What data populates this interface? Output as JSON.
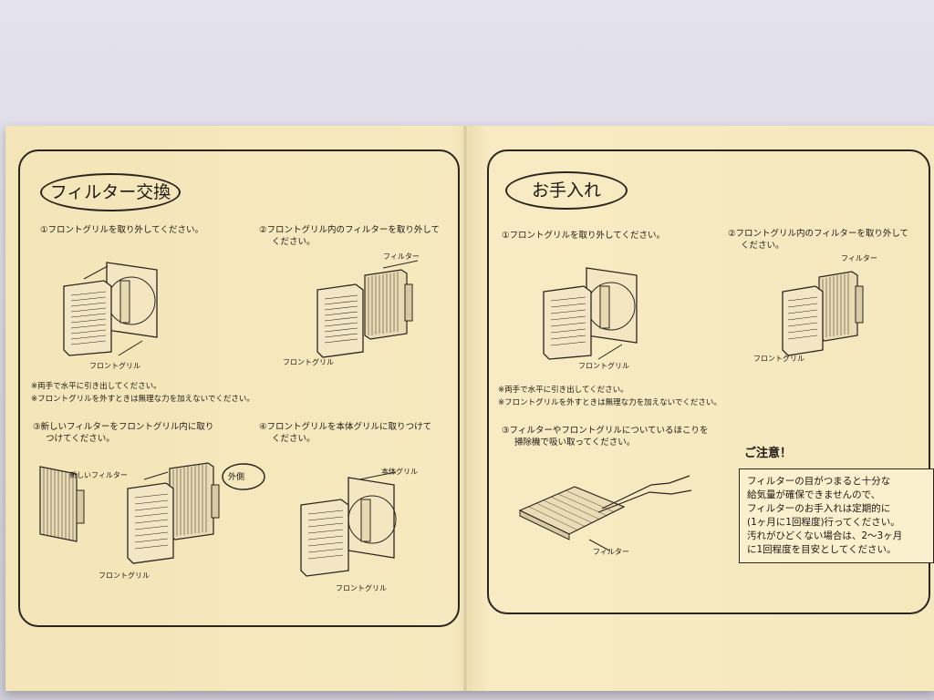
{
  "left_panel": {
    "title": "フィルター交換",
    "step1": "①フロントグリルを取り外してください。",
    "step2_line1": "②フロントグリル内のフィルターを取り外して",
    "step2_line2": "ください。",
    "label_filter": "フィルター",
    "label_front_grill_a": "フロントグリル",
    "label_front_grill_b": "フロントグリル",
    "note1": "※両手で水平に引き出してください。",
    "note2": "※フロントグリルを外すときは無理な力を加えないでください。",
    "step3_line1": "③新しいフィルターをフロントグリル内に取り",
    "step3_line2": "つけてください。",
    "step4_line1": "④フロントグリルを本体グリルに取りつけて",
    "step4_line2": "ください。",
    "label_new_filter": "新しいフィルター",
    "label_outside": "外側",
    "label_front_grill_c": "フロントグリル",
    "label_body_grill": "本体グリル",
    "label_front_grill_d": "フロントグリル"
  },
  "right_panel": {
    "title": "お手入れ",
    "step1": "①フロントグリルを取り外してください。",
    "step2_line1": "②フロントグリル内のフィルターを取り外して",
    "step2_line2": "ください。",
    "label_filter_a": "フィルター",
    "label_front_grill_a": "フロントグリル",
    "label_front_grill_b": "フロントグリル",
    "note1": "※両手で水平に引き出してください。",
    "note2": "※フロントグリルを外すときは無理な力を加えないでください。",
    "step3_line1": "③フィルターやフロントグリルについているほこりを",
    "step3_line2": "掃除機で吸い取ってください。",
    "label_filter_b": "フィルター",
    "caution_heading": "ご注意！",
    "caution_lines": [
      "フィルターの目がつまると十分な",
      "給気量が確保できませんので、",
      "フィルターのお手入れは定期的に",
      "(1ヶ月に1回程度)行ってください。",
      "汚れがひどくない場合は、2～3ヶ月",
      "に1回程度を目安としてください。"
    ]
  },
  "colors": {
    "paper": "#f6e8bd",
    "ink": "#2a2520",
    "wall": "#dcdae4"
  }
}
